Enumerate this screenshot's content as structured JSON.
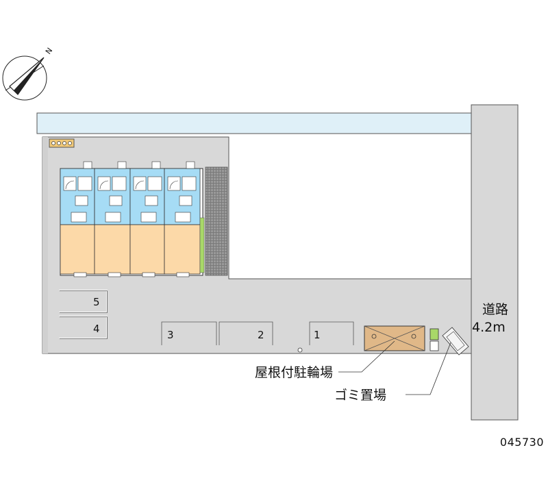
{
  "road_label": "道路",
  "road_width": "4.2m",
  "parking_spaces": [
    "1",
    "2",
    "3",
    "4",
    "5"
  ],
  "bike_parking_label": "屋根付駐輪場",
  "garbage_label": "ゴミ置場",
  "map_code": "045730",
  "compass_label": "N",
  "colors": {
    "ground": "#d8d8d8",
    "canal": "#dff0f8",
    "room_floor": "#fcd9a8",
    "wet_area": "#a6dcf5",
    "bike_shelter": "#e0b888",
    "hedge": "#a8d868"
  }
}
